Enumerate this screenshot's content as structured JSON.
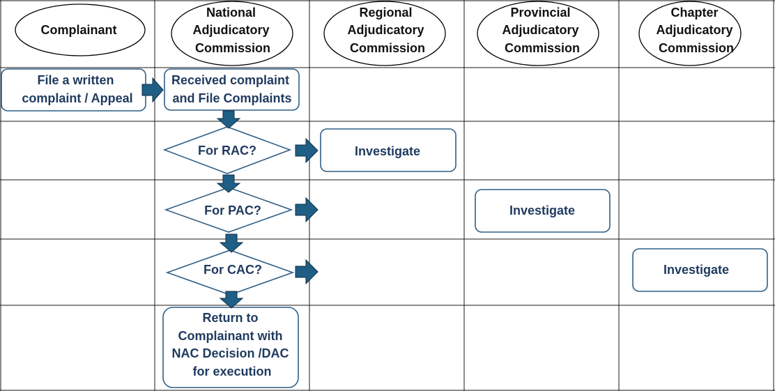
{
  "diagram": {
    "lanes": [
      {
        "id": "complainant",
        "label_lines": [
          "Complainant"
        ]
      },
      {
        "id": "nac",
        "label_lines": [
          "National",
          "Adjudicatory",
          "Commission"
        ]
      },
      {
        "id": "rac",
        "label_lines": [
          "Regional",
          "Adjudicatory",
          "Commission"
        ]
      },
      {
        "id": "pac",
        "label_lines": [
          "Provincial",
          "Adjudicatory",
          "Commission"
        ]
      },
      {
        "id": "cac",
        "label_lines": [
          "Chapter",
          "Adjudicatory",
          "Commission"
        ]
      }
    ],
    "nodes": {
      "file_complaint": {
        "shape": "rounded-rect",
        "lines": [
          "File a written",
          "complaint / Appeal"
        ]
      },
      "received": {
        "shape": "rounded-rect",
        "lines": [
          "Received complaint",
          "and File Complaints"
        ]
      },
      "for_rac": {
        "shape": "diamond",
        "lines": [
          "For RAC?"
        ]
      },
      "investigate_rac": {
        "shape": "rounded-rect",
        "lines": [
          "Investigate"
        ]
      },
      "for_pac": {
        "shape": "diamond",
        "lines": [
          "For PAC?"
        ]
      },
      "investigate_pac": {
        "shape": "rounded-rect",
        "lines": [
          "Investigate"
        ]
      },
      "for_cac": {
        "shape": "diamond",
        "lines": [
          "For CAC?"
        ]
      },
      "investigate_cac": {
        "shape": "rounded-rect",
        "lines": [
          "Investigate"
        ]
      },
      "return": {
        "shape": "rounded-rect",
        "lines": [
          "Return to",
          "Complainant with",
          "NAC Decision /DAC",
          "for execution"
        ]
      }
    },
    "colors": {
      "node_text": "#1f3a5f",
      "node_border": "#2f5f86",
      "arrow_fill": "#1f5f85",
      "grid": "#1a1a1a"
    }
  }
}
